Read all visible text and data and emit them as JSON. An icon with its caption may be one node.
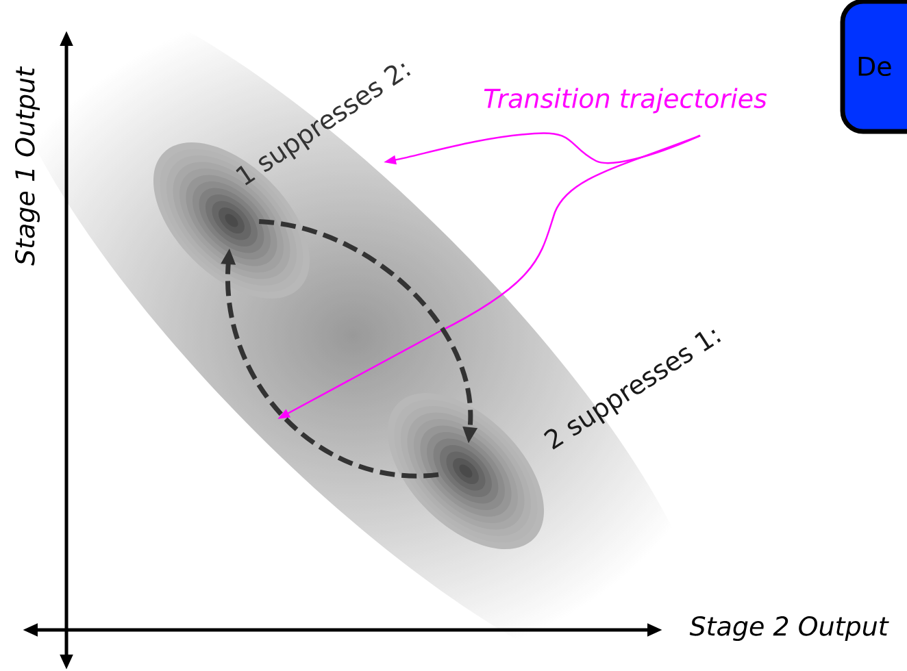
{
  "diagram": {
    "nodes": [
      {
        "text": [],
        "shape": "circle"
      },
      {
        "text": [],
        "shape": "circle"
      },
      {
        "text": [
          "De"
        ]
      }
    ],
    "edges": [
      {
        "from": 0,
        "to": 1,
        "arrow": "to",
        "style": "dashed"
      },
      {
        "from": 1,
        "to": 0,
        "arrow": "to",
        "style": "dashed"
      }
    ],
    "labels": [
      "Stage 1 Output",
      "Stage 2 Output",
      "1 suppresses 2:",
      "2 suppresses 1:",
      "Transition trajectories"
    ]
  }
}
